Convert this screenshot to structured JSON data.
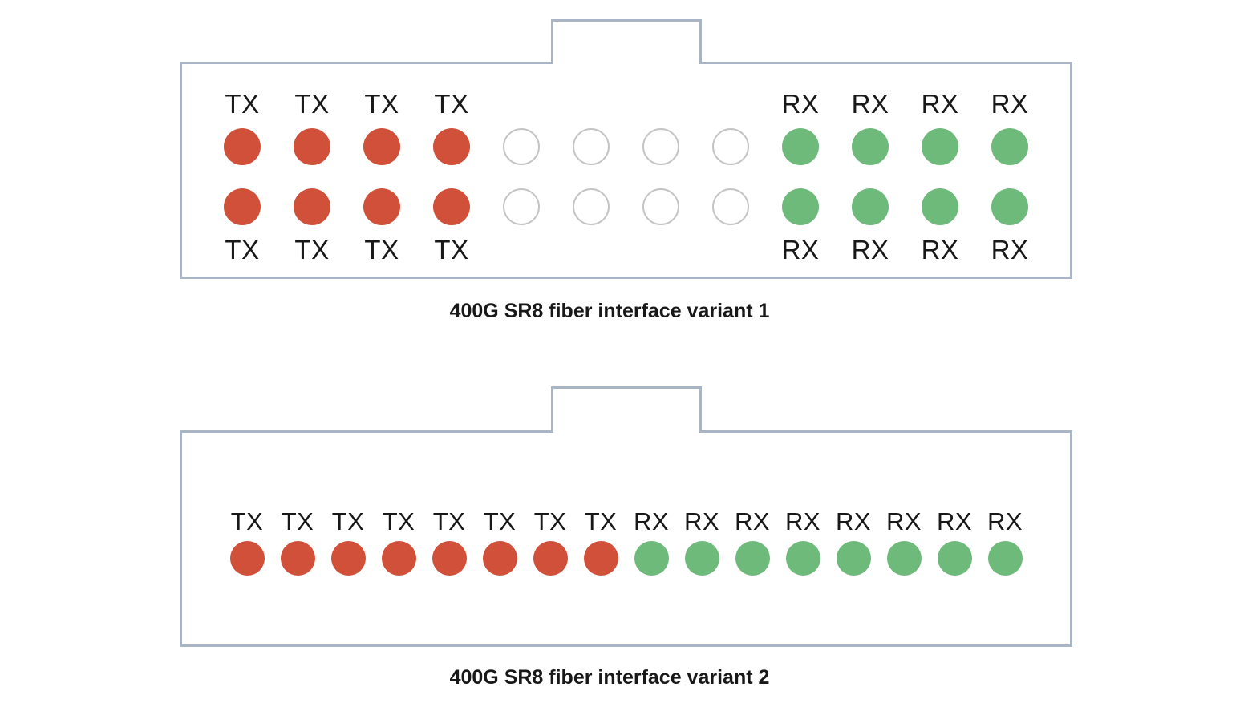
{
  "diagram": {
    "title_context": "400G SR8 fiber interface pinout variants",
    "colors": {
      "tx_pin": "#d05039",
      "rx_pin": "#6eba7b",
      "unused_pin_outline": "#c4c4c4",
      "connector_outline": "#a9b4c4",
      "text": "#181818",
      "background": "#ffffff"
    },
    "connectors": [
      {
        "caption": "400G SR8 fiber interface variant 1",
        "rows": [
          {
            "label_position": "above",
            "pins": [
              "TX",
              "TX",
              "TX",
              "TX",
              "",
              "",
              "",
              "",
              "RX",
              "RX",
              "RX",
              "RX"
            ]
          },
          {
            "label_position": "below",
            "pins": [
              "TX",
              "TX",
              "TX",
              "TX",
              "",
              "",
              "",
              "",
              "RX",
              "RX",
              "RX",
              "RX"
            ]
          }
        ]
      },
      {
        "caption": "400G SR8 fiber interface variant 2",
        "rows": [
          {
            "label_position": "above",
            "pins": [
              "TX",
              "TX",
              "TX",
              "TX",
              "TX",
              "TX",
              "TX",
              "TX",
              "RX",
              "RX",
              "RX",
              "RX",
              "RX",
              "RX",
              "RX",
              "RX"
            ]
          }
        ]
      }
    ]
  }
}
